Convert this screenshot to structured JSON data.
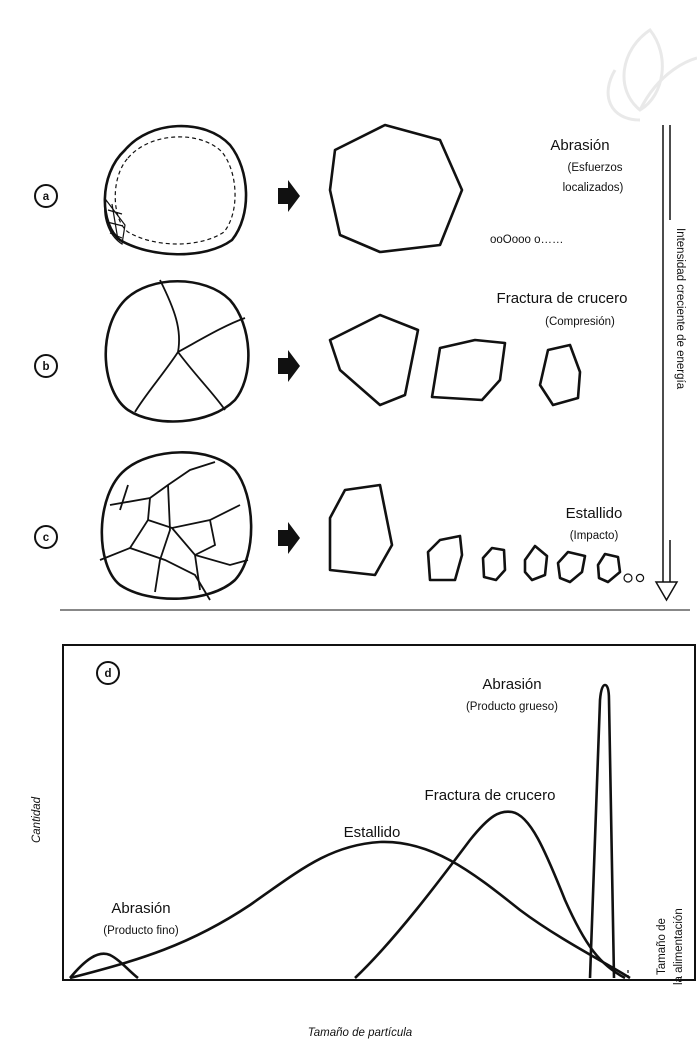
{
  "panels": {
    "a": {
      "label": "a",
      "title": "Abrasión",
      "subtitle_line1": "(Esfuerzos",
      "subtitle_line2": "localizados)",
      "fines": "ooOooo o……"
    },
    "b": {
      "label": "b",
      "title": "Fractura de crucero",
      "subtitle": "(Compresión)"
    },
    "c": {
      "label": "c",
      "title": "Estallido",
      "subtitle": "(Impacto)"
    }
  },
  "energy_axis_label": "Intensidad creciente de energía",
  "chart": {
    "label": "d",
    "ylabel": "Cantidad",
    "xlabel": "Tamaño de partícula",
    "feed_label_line1": "Tamaño de",
    "feed_label_line2": "la alimentación",
    "curves": {
      "abrasion_coarse_title": "Abrasión",
      "abrasion_coarse_sub": "(Producto grueso)",
      "fractura": "Fractura de crucero",
      "estallido": "Estallido",
      "abrasion_fine_title": "Abrasión",
      "abrasion_fine_sub": "(Producto fino)"
    }
  },
  "chart_data": {
    "type": "area",
    "series": [
      {
        "name": "Abrasión (Producto fino)",
        "shape": "small narrow peak at smallest particle sizes"
      },
      {
        "name": "Estallido",
        "shape": "broad wide peak at intermediate sizes"
      },
      {
        "name": "Fractura de crucero",
        "shape": "taller peak at larger sizes"
      },
      {
        "name": "Abrasión (Producto grueso)",
        "shape": "very narrow tall spike near feed size"
      }
    ],
    "xlabel": "Tamaño de partícula",
    "ylabel": "Cantidad"
  }
}
